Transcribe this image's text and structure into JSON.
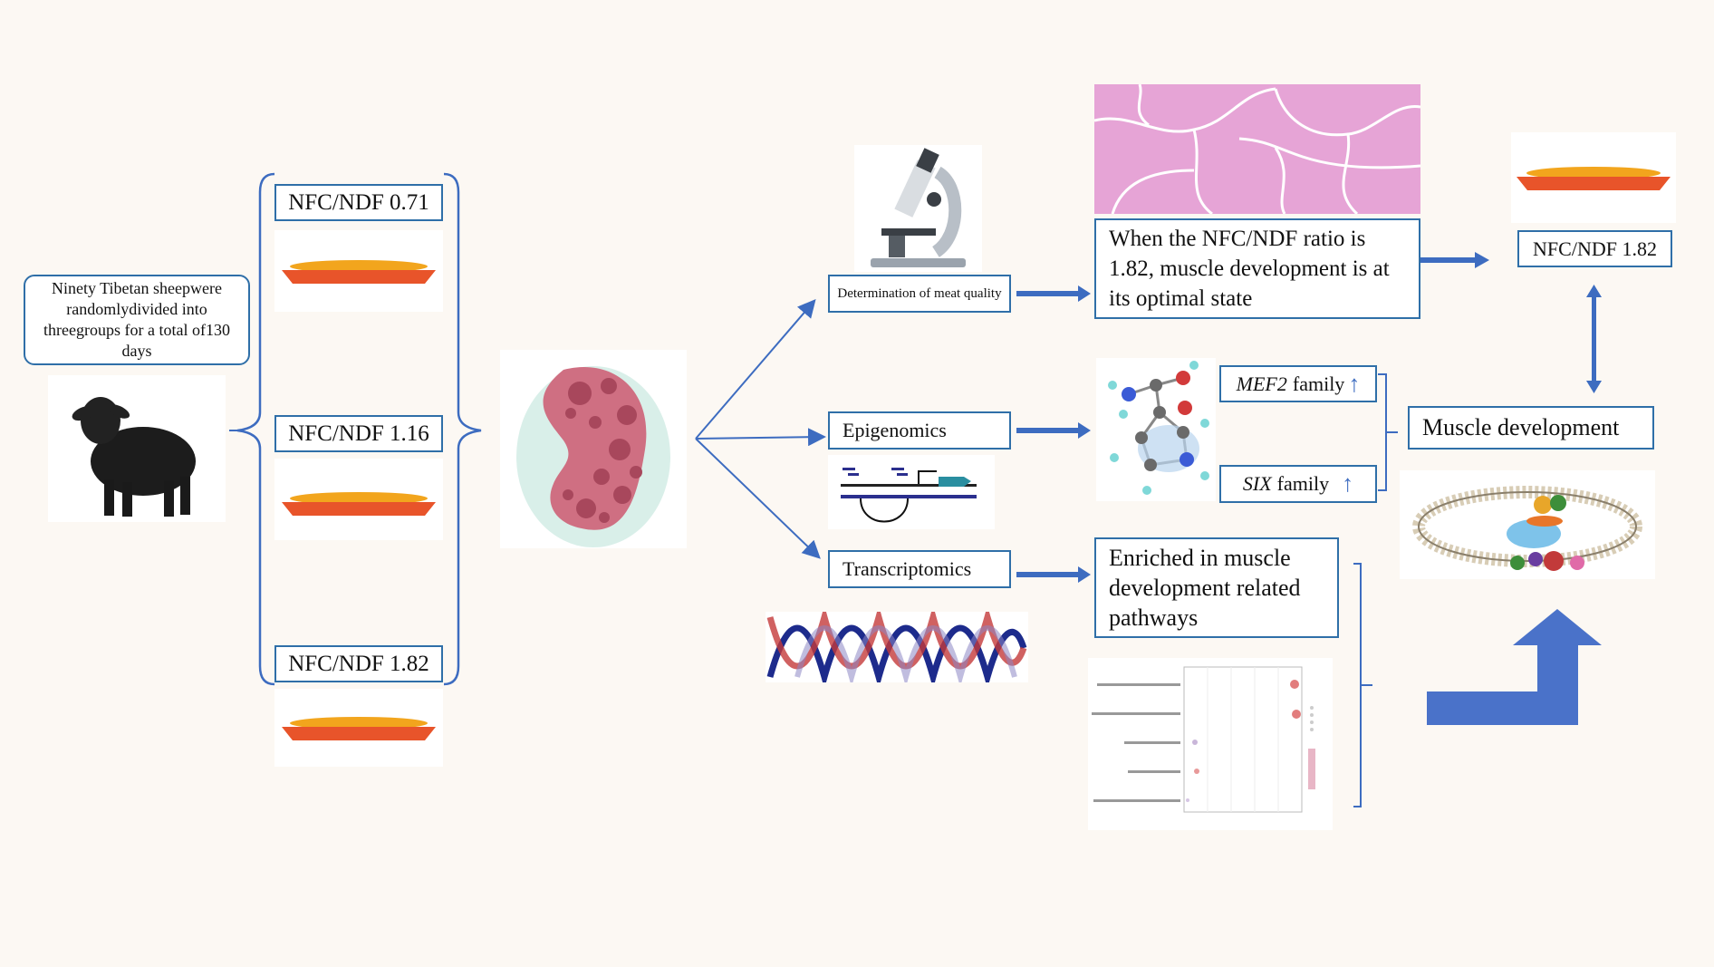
{
  "intro_text": "Ninety Tibetan sheepwere randomlydivided into threegroups for a total of130 days",
  "groups": [
    {
      "label": "NFC/NDF 0.71"
    },
    {
      "label": "NFC/NDF 1.16"
    },
    {
      "label": "NFC/NDF 1.82"
    }
  ],
  "branches": {
    "meat_quality": "Determination of meat quality",
    "epigenomics": "Epigenomics",
    "transcriptomics": "Transcriptomics"
  },
  "results": {
    "meat_quality_finding": "When the NFC/NDF ratio is 1.82, muscle development is at its optimal state",
    "mef2_gene": "MEF2",
    "six_gene": "SIX",
    "family_word": "family",
    "up_arrow": "↑",
    "transcriptomics_finding": "Enriched in muscle development related pathways"
  },
  "right_panel": {
    "optimal_label": "NFC/NDF 1.82",
    "outcome": "Muscle development"
  },
  "colors": {
    "box_border": "#2f6fa8",
    "arrow": "#3d6cc0",
    "big_arrow": "#4a72c9",
    "tray": "#e8542a",
    "grain": "#f2a51d",
    "kidney": "#cf6f82",
    "he_stain": "#e6a4d6"
  },
  "icons": [
    "sheep-icon",
    "feed-tray-icon",
    "kidney-icon",
    "microscope-icon",
    "muscle-tissue-icon",
    "molecule-icon",
    "dna-helix-icon",
    "methylation-icon",
    "cell-membrane-icon",
    "dot-plot-icon"
  ]
}
